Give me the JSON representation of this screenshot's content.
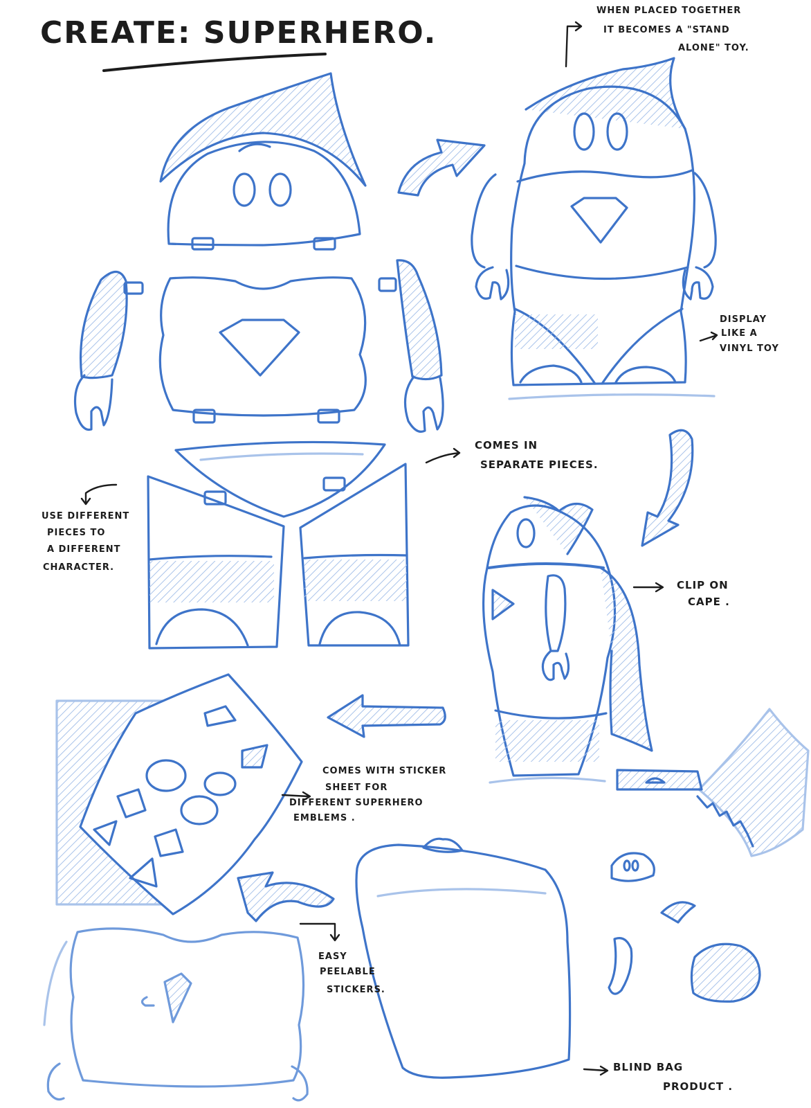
{
  "sheet": {
    "title": "CREATE: SUPERHERO."
  },
  "notes": {
    "stand_alone": [
      "WHEN PLACED TOGETHER",
      "IT BECOMES A \"STAND",
      "ALONE\" TOY."
    ],
    "display": [
      "DISPLAY",
      "LIKE A",
      "VINYL TOY"
    ],
    "separate": [
      "COMES IN",
      "SEPARATE PIECES."
    ],
    "different_pieces": [
      "USE DIFFERENT",
      "PIECES TO",
      "A DIFFERENT",
      "CHARACTER."
    ],
    "clip_cape": [
      "CLIP ON",
      "CAPE ."
    ],
    "sticker_sheet": [
      "COMES WITH STICKER",
      "SHEET FOR",
      "DIFFERENT SUPERHERO",
      "EMBLEMS ."
    ],
    "peelable": [
      "EASY",
      "PEELABLE",
      "STICKERS."
    ],
    "blind_bag": [
      "BLIND BAG",
      "PRODUCT ."
    ]
  },
  "colors": {
    "ink_blue": "#3e74c9",
    "ink_light": "#a9c3ea",
    "ink_black": "#1c1c1c",
    "paper": "#ffffff"
  },
  "icons": [
    "arrow-icon"
  ]
}
